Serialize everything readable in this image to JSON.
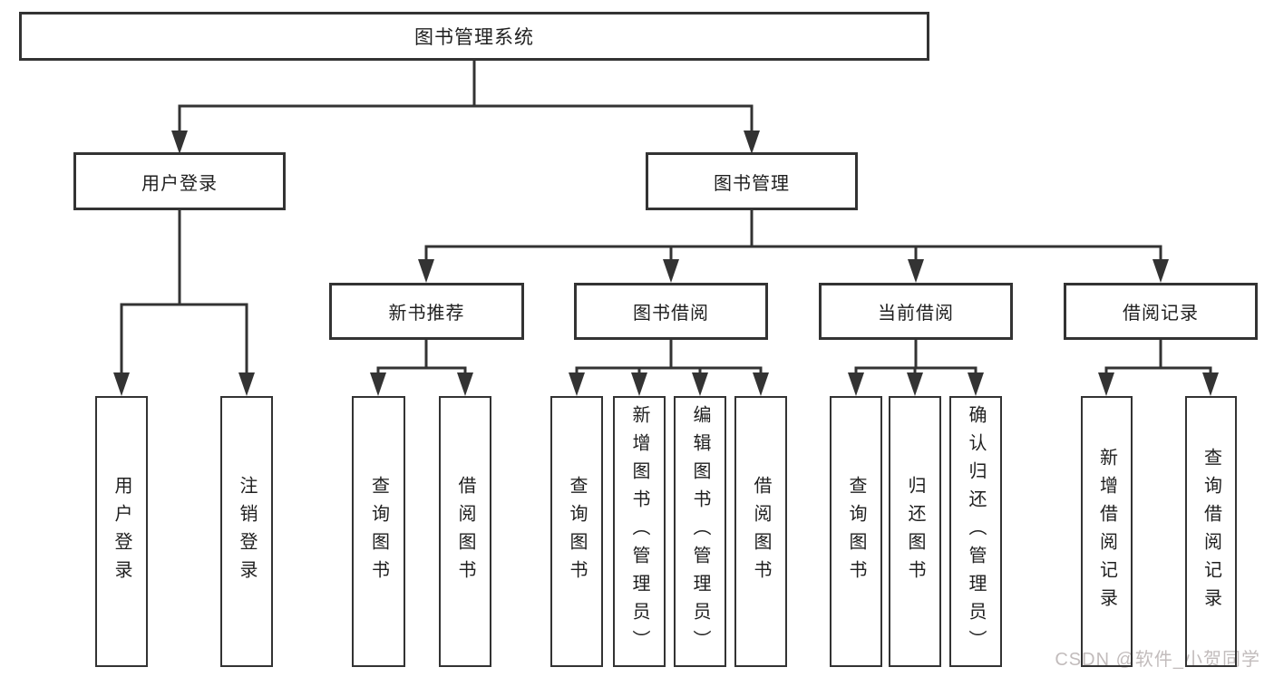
{
  "diagram": {
    "root": {
      "label": "图书管理系统"
    },
    "branches": [
      {
        "label": "用户登录",
        "children": [
          {
            "label": "用户登录"
          },
          {
            "label": "注销登录"
          }
        ]
      },
      {
        "label": "图书管理",
        "children": [
          {
            "label": "新书推荐",
            "children": [
              {
                "label": "查询图书"
              },
              {
                "label": "借阅图书"
              }
            ]
          },
          {
            "label": "图书借阅",
            "children": [
              {
                "label": "查询图书"
              },
              {
                "label": "新增图书（管理员）"
              },
              {
                "label": "编辑图书（管理员）"
              },
              {
                "label": "借阅图书"
              }
            ]
          },
          {
            "label": "当前借阅",
            "children": [
              {
                "label": "查询图书"
              },
              {
                "label": "归还图书"
              },
              {
                "label": "确认归还（管理员）"
              }
            ]
          },
          {
            "label": "借阅记录",
            "children": [
              {
                "label": "新增借阅记录"
              },
              {
                "label": "查询借阅记录"
              }
            ]
          }
        ]
      }
    ]
  },
  "watermark": {
    "text": "CSDN @软件_小贺同学"
  },
  "colors": {
    "line": "#333333",
    "box_border": "#333333",
    "box_fill": "#ffffff",
    "text": "#1f1f1f",
    "background": "#ffffff",
    "watermark": "#c2bcbc"
  }
}
